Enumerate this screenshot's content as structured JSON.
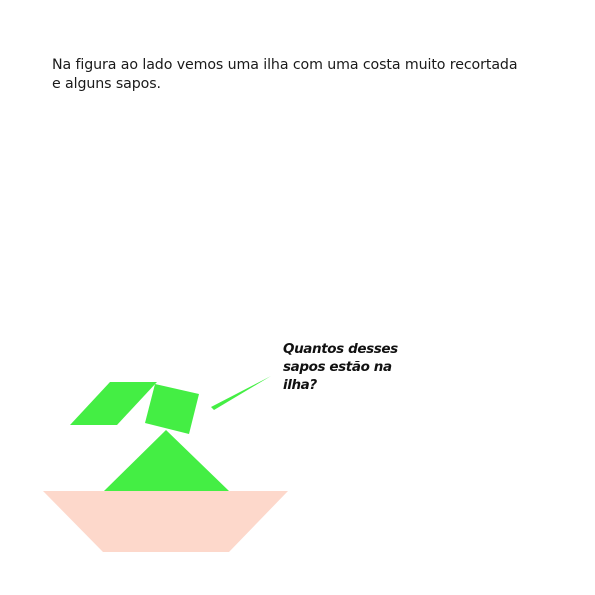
{
  "intro": {
    "line1": "Na figura ao lado vemos uma ilha com uma costa muito recortada",
    "line2": "e alguns sapos."
  },
  "question": {
    "line1": "Quantos desses",
    "line2": "sapos estão na",
    "line3": "ilha?"
  },
  "colors": {
    "island": "#fdd8cb",
    "tangram": "#44ee44"
  }
}
